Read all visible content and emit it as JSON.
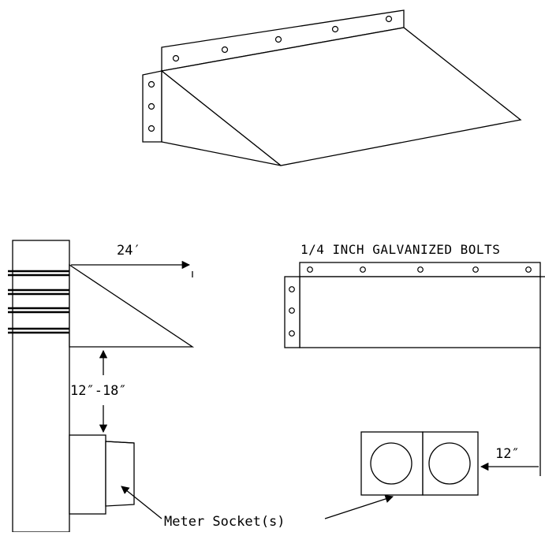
{
  "labels": {
    "width_dim": "24′",
    "clearance_dim": "12″-18″",
    "bolts": "1/4 INCH GALVANIZED BOLTS",
    "side_dim": "12″",
    "meter_socket": "Meter Socket(s)"
  },
  "colors": {
    "line": "#000000",
    "background": "#ffffff"
  }
}
